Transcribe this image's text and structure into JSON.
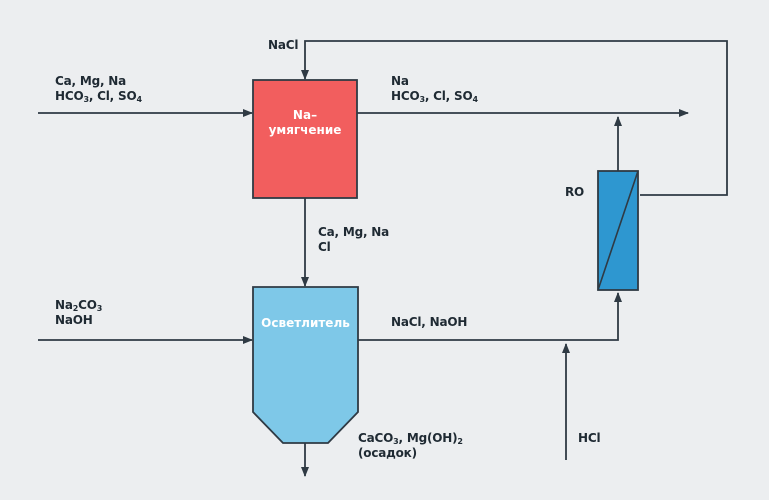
{
  "colors": {
    "background": "#eceef0",
    "line": "#2f3a44",
    "softening_unit": "#f25e5e",
    "clarifier": "#7ec8e8",
    "ro_module": "#2e97d0"
  },
  "nodes": {
    "softener": {
      "title_line1": "Na–",
      "title_line2": "умягчение"
    },
    "clarifier": {
      "title": "Осветлитель"
    },
    "ro": {
      "title": "RO"
    }
  },
  "streams": {
    "feed_in": {
      "line1": "Ca, Mg, Na",
      "line2_a": "HCO",
      "line2_sub1": "3",
      "line2_b": ", Cl, SO",
      "line2_sub2": "4"
    },
    "nacl_recycle": {
      "label": "NaCl"
    },
    "softened_out": {
      "line1": "Na",
      "line2_a": "HCO",
      "line2_sub1": "3",
      "line2_b": ", Cl, SO",
      "line2_sub2": "4"
    },
    "regen_waste": {
      "line1": "Ca, Mg, Na",
      "line2": "Cl"
    },
    "reagents_in": {
      "line1_a": "Na",
      "line1_sub": "2",
      "line1_b": "CO",
      "line1_sub2": "3",
      "line2": "NaOH"
    },
    "clarified_out": {
      "label": "NaCl, NaOH"
    },
    "sludge": {
      "line1_a": "CaCO",
      "line1_sub": "3",
      "line1_b": ", Mg(OH)",
      "line1_sub2": "2",
      "line2": "(осадок)"
    },
    "acid_in": {
      "label": "HCl"
    }
  }
}
